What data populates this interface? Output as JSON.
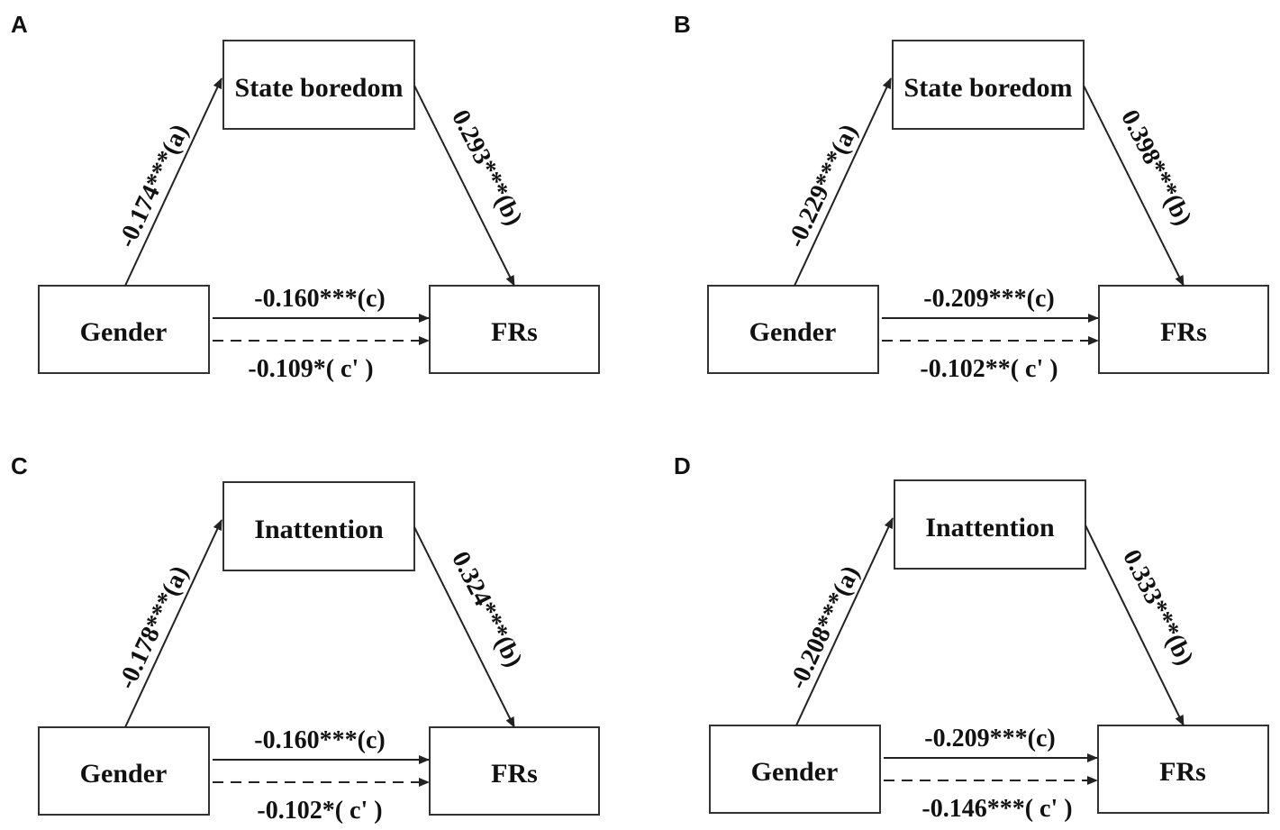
{
  "panels": [
    {
      "letter": "A",
      "mediator": "State boredom",
      "predictor": "Gender",
      "outcome": "FRs",
      "path_a": "-0.174***(a)",
      "path_b": "0.293***(b)",
      "path_c": "-0.160***(c)",
      "path_c_prime": "-0.109*( c' )"
    },
    {
      "letter": "B",
      "mediator": "State boredom",
      "predictor": "Gender",
      "outcome": "FRs",
      "path_a": "-0.229***(a)",
      "path_b": "0.398***(b)",
      "path_c": "-0.209***(c)",
      "path_c_prime": "-0.102**( c' )"
    },
    {
      "letter": "C",
      "mediator": "Inattention",
      "predictor": "Gender",
      "outcome": "FRs",
      "path_a": "-0.178***(a)",
      "path_b": "0.324***(b)",
      "path_c": "-0.160***(c)",
      "path_c_prime": "-0.102*( c' )"
    },
    {
      "letter": "D",
      "mediator": "Inattention",
      "predictor": "Gender",
      "outcome": "FRs",
      "path_a": "-0.208***(a)",
      "path_b": "0.333***(b)",
      "path_c": "-0.209***(c)",
      "path_c_prime": "-0.146***( c' )"
    }
  ]
}
